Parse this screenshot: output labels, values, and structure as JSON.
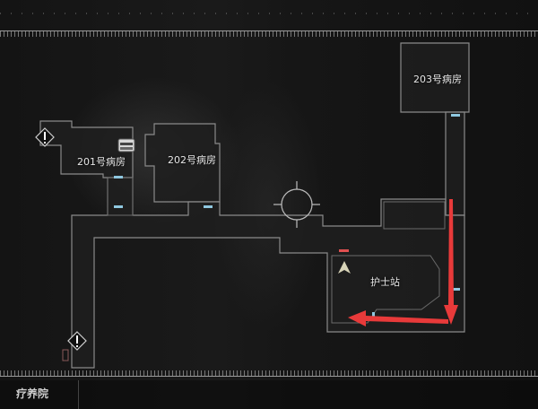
{
  "map": {
    "rooms": [
      {
        "id": "201",
        "label": "201号病房"
      },
      {
        "id": "202",
        "label": "202号病房"
      },
      {
        "id": "203",
        "label": "203号病房"
      },
      {
        "id": "nurse",
        "label": "护士站"
      }
    ],
    "markers": {
      "warning_top": "warning-icon",
      "warning_bottom": "warning-icon",
      "crosshair": "crosshair-icon",
      "player": "player-arrow-icon",
      "save_point": "typewriter-icon"
    },
    "colors": {
      "door": "#8fc8e0",
      "locked_door": "#e05050",
      "route_arrow": "#e83a3a",
      "wall": "#8a8a8a"
    }
  },
  "footer": {
    "location_name": "疗养院"
  }
}
